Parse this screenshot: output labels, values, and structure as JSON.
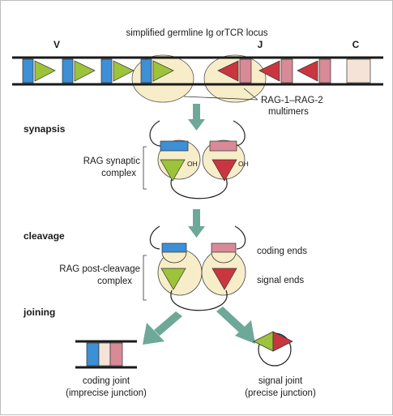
{
  "title": "simplified germline Ig orTCR locus",
  "segment_labels": {
    "v": "V",
    "j": "J",
    "c": "C"
  },
  "rag_multimers_label": [
    "RAG-1–RAG-2",
    "multimers"
  ],
  "steps": {
    "synapsis": "synapsis",
    "cleavage": "cleavage",
    "joining": "joining"
  },
  "synaptic_complex_label": [
    "RAG synaptic",
    "complex"
  ],
  "oh_label": "OH",
  "post_cleavage_label": [
    "RAG post-cleavage",
    "complex"
  ],
  "coding_ends_label": "coding ends",
  "signal_ends_label": "signal ends",
  "coding_joint_label": [
    "coding joint",
    "(imprecise junction)"
  ],
  "signal_joint_label": [
    "signal joint",
    "(precise junction)"
  ],
  "colors": {
    "v_segment": "#3d8fd6",
    "v_rss": "#9dc33b",
    "j_segment": "#d88a97",
    "j_rss": "#c9363f",
    "c_segment": "#f6e3d8",
    "rag_protein": "#f7edc9",
    "arrow": "#6ea898",
    "dna": "#1a1a1a"
  }
}
